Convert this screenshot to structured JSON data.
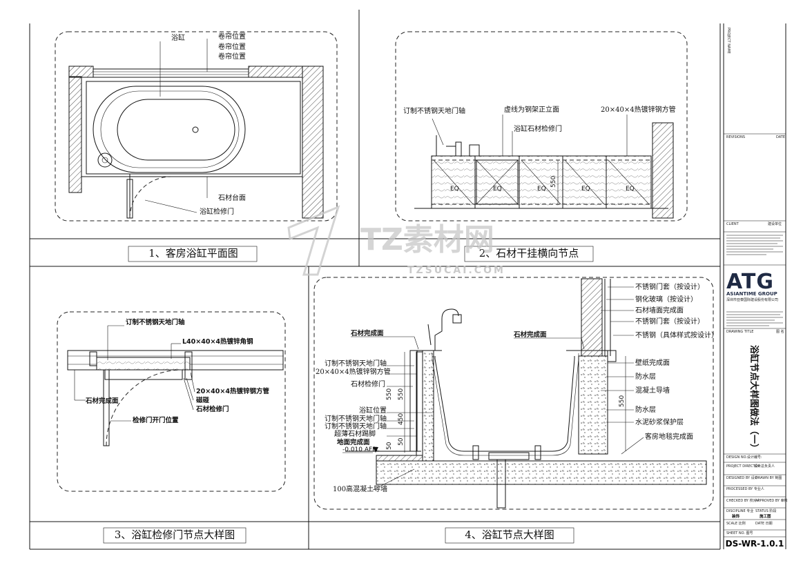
{
  "watermark": {
    "text": "TZ素材网",
    "url": "TZSUCAI.COM"
  },
  "panels": [
    {
      "title": "1、客房浴缸平面图"
    },
    {
      "title": "2、石材干挂横向节点"
    },
    {
      "title": "3、浴缸检修门节点大样图"
    },
    {
      "title": "4、浴缸节点大样图"
    }
  ],
  "p1_labels": [
    "浴缸",
    "卷帘位置",
    "卷帘位置",
    "卷帘位置",
    "石材台面",
    "浴缸检修门"
  ],
  "p2_labels": [
    "订制不锈钢天地门轴",
    "虚线为钢架正立面",
    "20×40×4热镀锌钢方管",
    "浴缸石材检修门",
    "550",
    "EQ"
  ],
  "p3_labels": [
    "订制不锈钢天地门轴",
    "L40×40×4热镀锌角钢",
    "20×40×4热镀锌钢方管",
    "石材完成面",
    "磁碰",
    "石材检修门",
    "检修门开门位置"
  ],
  "p4_left": [
    "石材完成面",
    "订制不锈钢天地门轴",
    "20×40×4热镀锌钢方管",
    "石材检修门",
    "浴缸位置",
    "订制不锈钢天地门轴",
    "订制不锈钢天地门轴",
    "超薄石材踢脚",
    "地面完成面",
    "-0.010 AFFL",
    "100高混凝土导墙"
  ],
  "p4_right": [
    "不锈钢门套（按设计）",
    "钢化玻璃（按设计）",
    "石材墙面完成面",
    "不锈钢门套（按设计）",
    "石材完成面",
    "不锈钢（具体样式按设计）",
    "壁纸完成面",
    "防水层",
    "混凝土导墙",
    "防水层",
    "水泥砂浆保护层",
    "客房地毯完成面"
  ],
  "p4_dims": [
    "550",
    "450",
    "550",
    "50",
    "50",
    "550"
  ],
  "title_block": {
    "project_name": "PROJECT NAME",
    "revisions": "REVISIONS",
    "date": "DATE",
    "client": "CLIENT",
    "client_val": "建设单位",
    "logo": "ATG",
    "company": "ASIANTIME GROUP",
    "company_cn": "深圳市亚泰国际建设股份有限公司",
    "drawing_title": "DRAWING TITLE",
    "drawing_title_cn": "图 名",
    "vertical_title": "浴缸节点大样图做法（一）",
    "design_no": "DESIGN NO.设计编号:",
    "rows": [
      [
        "PROJECT DIRECTOR",
        "设计总负责人"
      ],
      [
        "DESIGNED BY 设计",
        "DRAWN BY 制图"
      ],
      [
        "PROCESSED BY 专业人",
        ""
      ],
      [
        "CHECKED BY 校对人",
        "APPROVED BY 审核"
      ],
      [
        "DISCIPLINE 专业",
        "STATUS 阶段"
      ],
      [
        "SCALE 比例",
        "DATE 日期"
      ]
    ],
    "discipline_val": "装饰",
    "status_val": "施工图",
    "sheet_no_label": "SHEET NO. 图号",
    "sheet_no": "DS-WR-1.0.1"
  },
  "colors": {
    "line": "#111111",
    "hatch": "#555555",
    "logo": "#1f2a44",
    "watermark": "#c8c8c8"
  }
}
